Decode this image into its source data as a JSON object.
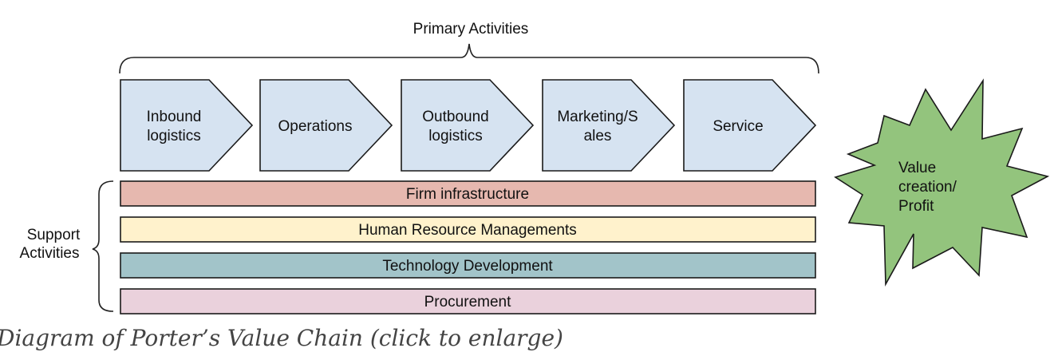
{
  "diagram": {
    "primary_heading": "Primary Activities",
    "support_heading_line1": "Support",
    "support_heading_line2": "Activities",
    "primary_activities": [
      {
        "line1": "Inbound",
        "line2": "logistics"
      },
      {
        "line1": "Operations",
        "line2": ""
      },
      {
        "line1": "Outbound",
        "line2": "logistics"
      },
      {
        "line1": "Marketing/S",
        "line2": "ales"
      },
      {
        "line1": "Service",
        "line2": ""
      }
    ],
    "support_activities": [
      {
        "label": "Firm infrastructure",
        "color": "#e6b8af"
      },
      {
        "label": "Human Resource Managements",
        "color": "#fff2cc"
      },
      {
        "label": "Technology Development",
        "color": "#a2c4c9"
      },
      {
        "label": "Procurement",
        "color": "#ead1dc"
      }
    ],
    "outcome": {
      "line1": "Value",
      "line2": "creation/",
      "line3": "Profit",
      "color": "#93c47d"
    },
    "chevron_color": "#d6e3f1"
  },
  "caption": {
    "text": "Diagram of Porter’s Value Chain",
    "link": "(click to enlarge)"
  }
}
